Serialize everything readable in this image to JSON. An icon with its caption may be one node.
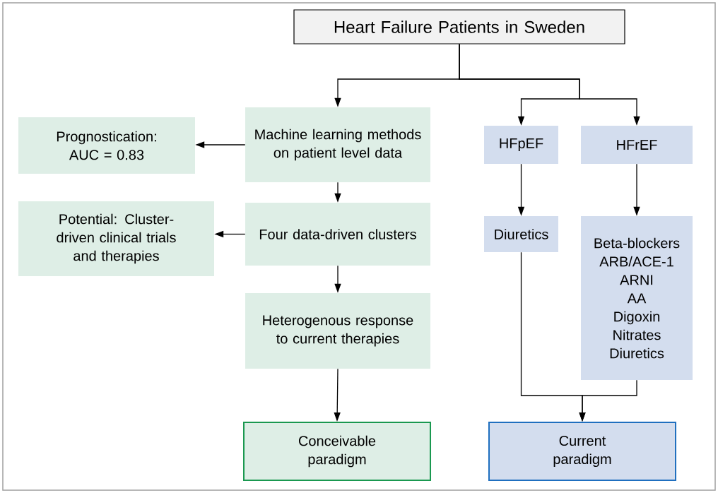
{
  "diagram": {
    "nodes": [
      {
        "text": [
          "Heart Failure Patients in Sweden"
        ]
      },
      {
        "text": [
          "Machine learning methods on patient level data"
        ]
      },
      {
        "text": [
          "Prognostication: AUC = 0.83"
        ]
      },
      {
        "text": [
          "HFpEF"
        ]
      },
      {
        "text": [
          "HFrEF"
        ]
      },
      {
        "text": [
          "Four data-driven clusters"
        ]
      },
      {
        "text": [
          "Potential: Cluster-driven clinical trials and therapies"
        ]
      },
      {
        "text": [
          "Diuretics"
        ]
      },
      {
        "text": [
          "Beta-blockers",
          "ARB/ACE-1",
          "ARNI",
          "AA",
          "Digoxin",
          "Nitrates",
          "Diuretics"
        ]
      },
      {
        "text": [
          "Heterogenous response to current therapies"
        ]
      },
      {
        "text": [
          "Conceivable paradigm"
        ]
      },
      {
        "text": [
          "Current paradigm"
        ]
      }
    ],
    "edges": [
      {
        "from": 0,
        "to": 1,
        "arrow": "to"
      },
      {
        "from": 0,
        "to": 3,
        "arrow": "to"
      },
      {
        "from": 0,
        "to": 4,
        "arrow": "to"
      },
      {
        "from": 1,
        "to": 2,
        "arrow": "to"
      },
      {
        "from": 1,
        "to": 5,
        "arrow": "to"
      },
      {
        "from": 5,
        "to": 6,
        "arrow": "to"
      },
      {
        "from": 5,
        "to": 9,
        "arrow": "to"
      },
      {
        "from": 9,
        "to": 10,
        "arrow": "to"
      },
      {
        "from": 3,
        "to": 7,
        "arrow": "to"
      },
      {
        "from": 4,
        "to": 8,
        "arrow": "to"
      },
      {
        "from": 7,
        "to": 11,
        "arrow": "to"
      },
      {
        "from": 8,
        "to": 11,
        "arrow": "to"
      }
    ]
  }
}
